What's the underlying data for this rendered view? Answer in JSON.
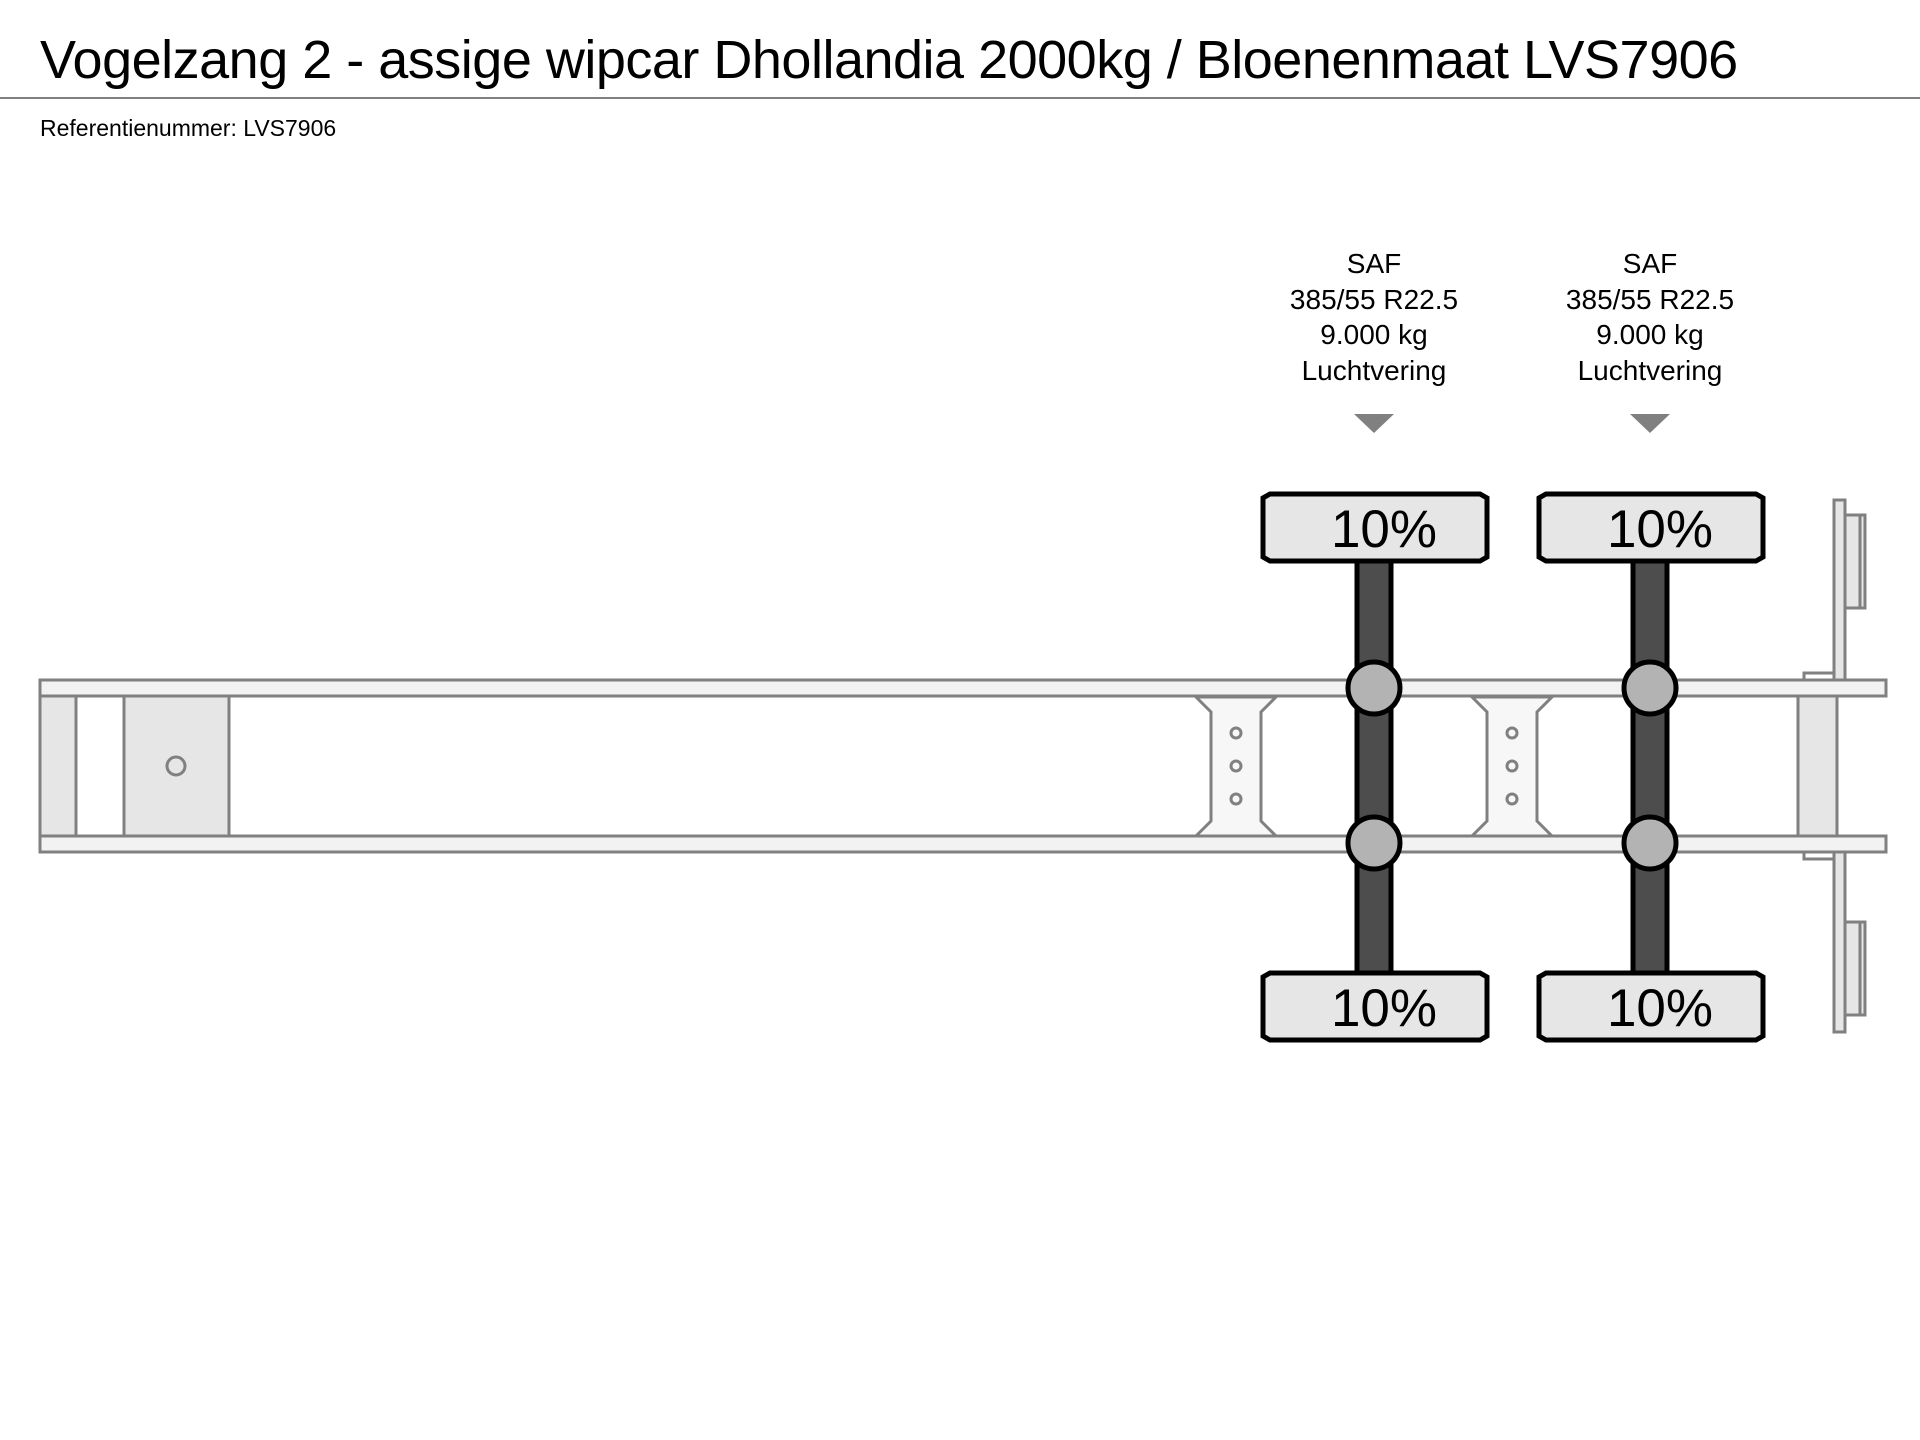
{
  "header": {
    "title": "Vogelzang 2 - assige wipcar Dhollandia 2000kg / Bloenenmaat LVS7906",
    "reference_label": "Referentienummer: LVS7906"
  },
  "colors": {
    "frame_stroke": "#808080",
    "rail_fill": "#f2f2f2",
    "panel_fill": "#e6e6e6",
    "crossmember_fill": "#f7f7f7",
    "axle_fill": "#4d4d4d",
    "hub_fill": "#b3b3b3",
    "tire_fill": "#e6e6e6",
    "outline": "#000000",
    "arrow": "#808080"
  },
  "axles": [
    {
      "brand": "SAF",
      "tire_size": "385/55 R22.5",
      "capacity": "9.000 kg",
      "suspension": "Luchtvering",
      "tread_top": "10%",
      "tread_bottom": "10%"
    },
    {
      "brand": "SAF",
      "tire_size": "385/55 R22.5",
      "capacity": "9.000 kg",
      "suspension": "Luchtvering",
      "tread_top": "10%",
      "tread_bottom": "10%"
    }
  ]
}
